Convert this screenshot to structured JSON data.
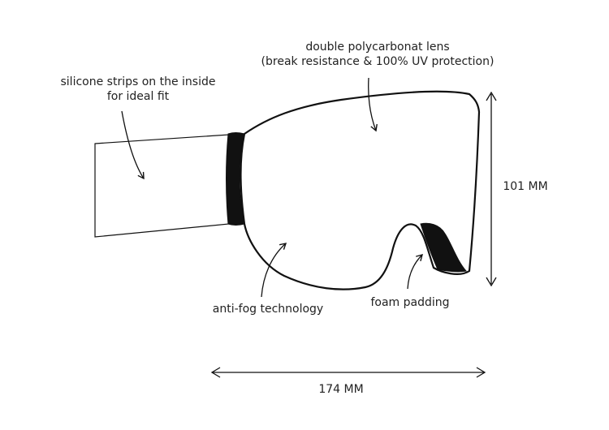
{
  "labels": {
    "lens_line1": "double polycarbonat lens",
    "lens_line2": "(break resistance & 100% UV protection)",
    "strap_line1": "silicone strips on the inside",
    "strap_line2": "for ideal fit",
    "height": "101 MM",
    "antifog": "anti-fog technology",
    "foam": "foam padding",
    "width": "174 MM"
  },
  "colors": {
    "line": "#111111",
    "text": "#222222",
    "fill": "#111111",
    "background": "#ffffff"
  }
}
